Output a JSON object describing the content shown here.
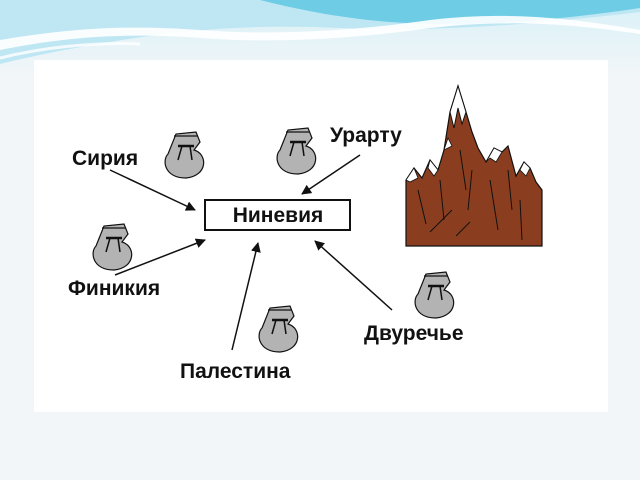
{
  "diagram": {
    "center": "Ниневия",
    "regions": {
      "syria": "Сирия",
      "urartu": "Урарту",
      "phoenicia": "Финикия",
      "palestine": "Палестина",
      "mesopotamia": "Двуречье"
    }
  },
  "colors": {
    "sky_top": "#bfe7f3",
    "accent": "#5fc8e2",
    "sack": "#b3b3b3",
    "mountain": "#8b3e1f",
    "snow": "#ffffff",
    "text": "#111111"
  },
  "icons": [
    "money-bag-icon",
    "mountain-icon"
  ]
}
